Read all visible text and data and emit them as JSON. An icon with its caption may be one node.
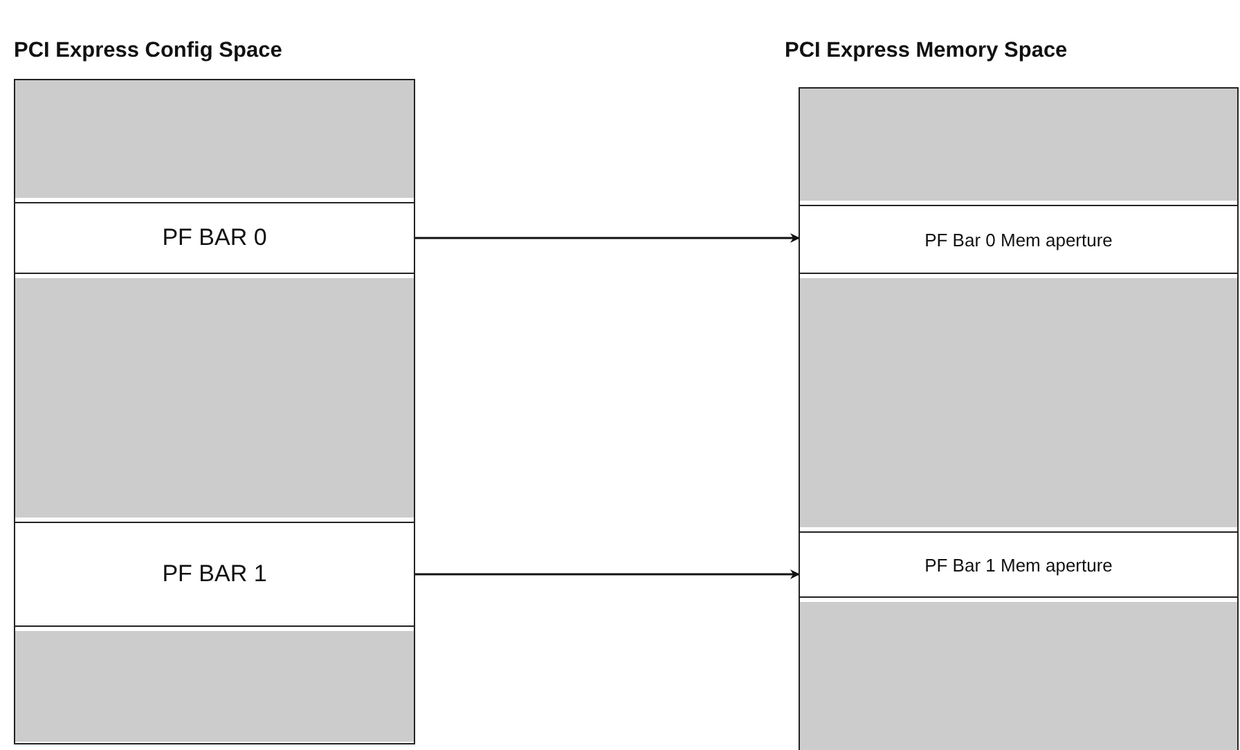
{
  "diagram": {
    "nodes": [
      {
        "text": [
          "PCI Express Config Space"
        ]
      },
      {
        "text": [],
        "shape": "box",
        "in": 0
      },
      {
        "text": [
          "PF BAR 0"
        ],
        "in": 0
      },
      {
        "text": [],
        "shape": "box",
        "in": 0
      },
      {
        "text": [
          "PF BAR 1"
        ],
        "in": 0
      },
      {
        "text": [],
        "shape": "box",
        "in": 0
      },
      {
        "text": [
          "PCI Express Memory Space"
        ]
      },
      {
        "text": [],
        "shape": "box",
        "in": 6
      },
      {
        "text": [
          "PF Bar 0 Mem aperture"
        ],
        "in": 6
      },
      {
        "text": [],
        "shape": "box",
        "in": 6
      },
      {
        "text": [
          "PF Bar 1 Mem aperture"
        ],
        "in": 6
      },
      {
        "text": [],
        "shape": "box",
        "in": 6
      }
    ],
    "edges": [
      {
        "from": 2,
        "to": 8,
        "arrow": "to"
      },
      {
        "from": 4,
        "to": 10,
        "arrow": "to"
      }
    ]
  }
}
